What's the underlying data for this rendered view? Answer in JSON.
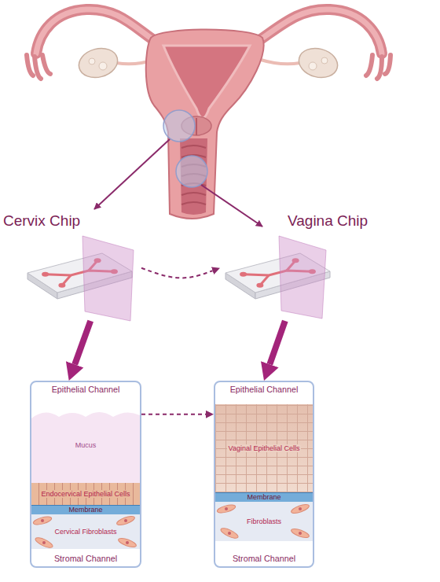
{
  "diagram": {
    "nodes": [
      {
        "text": [
          "Cervix Chip"
        ]
      },
      {
        "text": [
          "Vagina Chip"
        ]
      },
      {
        "text": [
          "Epithelial Channel",
          "Stromal Channel"
        ]
      },
      {
        "text": [
          "Mucus"
        ],
        "in": 2
      },
      {
        "text": [
          "Endocervical Epithelial Cells"
        ],
        "in": 2
      },
      {
        "text": [
          "Membrane"
        ],
        "in": 2
      },
      {
        "text": [
          "Cervical Fibroblasts"
        ],
        "in": 2
      },
      {
        "text": [
          "Epithelial Channel",
          "Stromal Channel"
        ]
      },
      {
        "text": [
          "Vaginal Epithelial Cells"
        ],
        "in": 7
      },
      {
        "text": [
          "Membrane"
        ],
        "in": 7
      },
      {
        "text": [
          "Fibroblasts"
        ],
        "in": 7
      }
    ],
    "edges": [
      {
        "from": 0,
        "to": 1,
        "arrow": "to"
      },
      {
        "from": 0,
        "to": 2,
        "arrow": "to"
      },
      {
        "from": 1,
        "to": 7,
        "arrow": "to"
      },
      {
        "from": 2,
        "to": 7,
        "arrow": "to"
      }
    ]
  }
}
